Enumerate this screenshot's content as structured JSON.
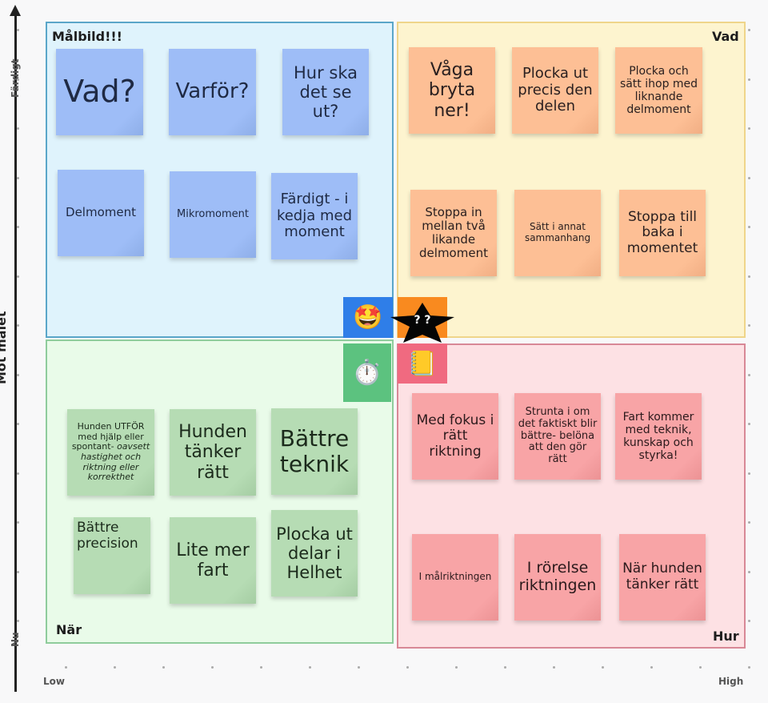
{
  "axes": {
    "y_label": "Mot målet",
    "y_top": "Färdigt",
    "y_bottom": "Nu",
    "x_low": "Low",
    "x_high": "High"
  },
  "quadrants": {
    "top_left": {
      "title": "Målbild!!!",
      "color": "#dff3fc",
      "notes": [
        {
          "text": "Vad?"
        },
        {
          "text": "Varför?"
        },
        {
          "text": "Hur ska det se ut?"
        },
        {
          "text": "Delmoment"
        },
        {
          "text": "Mikromoment"
        },
        {
          "text": "Färdigt - i kedja med moment"
        }
      ]
    },
    "top_right": {
      "title": "Vad",
      "color": "#fdf4cf",
      "notes": [
        {
          "text": "Våga bryta ner!"
        },
        {
          "text": "Plocka ut precis den delen"
        },
        {
          "text": "Plocka och sätt ihop med liknande delmoment"
        },
        {
          "text": "Stoppa in mellan två likande delmoment"
        },
        {
          "text": "Sätt i annat sammanhang"
        },
        {
          "text": "Stoppa till baka  i momentet"
        }
      ]
    },
    "bottom_left": {
      "title": "När",
      "color": "#e9fbe9",
      "notes": [
        {
          "text": "Hunden UTFÖR med hjälp eller spontant-",
          "italic": "oavsett hastighet och riktning eller korrekthet"
        },
        {
          "text": "Hunden tänker rätt"
        },
        {
          "text": "Bättre teknik"
        },
        {
          "text": "Bättre precision"
        },
        {
          "text": "Lite mer fart"
        },
        {
          "text": "Plocka ut delar i Helhet"
        }
      ]
    },
    "bottom_right": {
      "title": "Hur",
      "color": "#fde1e4",
      "notes": [
        {
          "text": "Med fokus i rätt riktning"
        },
        {
          "text": "Strunta i om det faktiskt blir bättre- belöna att den gör rätt"
        },
        {
          "text": "Fart kommer med teknik, kunskap och styrka!"
        },
        {
          "text": "I målriktningen"
        },
        {
          "text": "I rörelse riktningen"
        },
        {
          "text": "När hunden tänker rätt"
        }
      ]
    }
  },
  "center_icons": {
    "star_eyes": "🤩",
    "mystery_star_label": "? ?",
    "stopwatch": "⏱️",
    "notebook": "📒"
  }
}
